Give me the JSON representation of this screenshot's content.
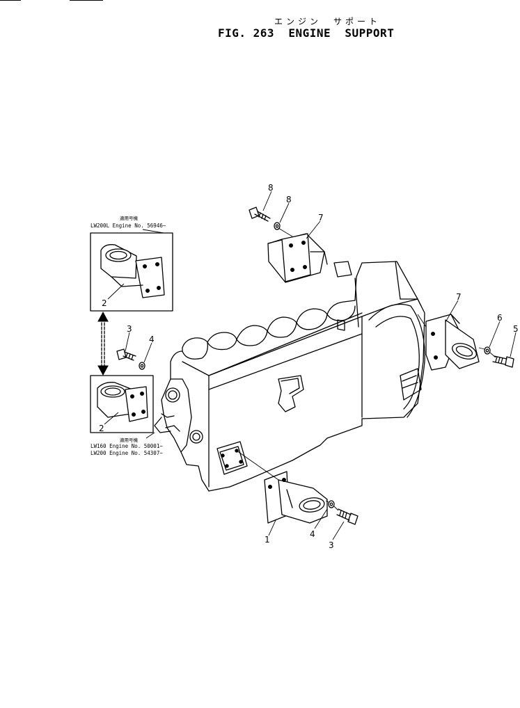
{
  "figure": {
    "title_jp": "エンジン　サポート",
    "title_en": "FIG. 263  ENGINE  SUPPORT"
  },
  "callouts": [
    {
      "id": "c1",
      "label": "1"
    },
    {
      "id": "c2a",
      "label": "2"
    },
    {
      "id": "c2b",
      "label": "2"
    },
    {
      "id": "c3a",
      "label": "3"
    },
    {
      "id": "c3b",
      "label": "3"
    },
    {
      "id": "c4a",
      "label": "4"
    },
    {
      "id": "c4b",
      "label": "4"
    },
    {
      "id": "c5",
      "label": "5"
    },
    {
      "id": "c6",
      "label": "6"
    },
    {
      "id": "c7a",
      "label": "7"
    },
    {
      "id": "c7b",
      "label": "7"
    },
    {
      "id": "c8a",
      "label": "8"
    },
    {
      "id": "c8b",
      "label": "8"
    }
  ],
  "notes": {
    "upper_jp": "適用号機",
    "upper_line1": "LW200L  Engine  No. 56946~",
    "lower_jp": "適用号機",
    "lower_line1": "LW160  Engine  No. 50001~",
    "lower_line2": "LW200  Engine  No. 54307~"
  }
}
